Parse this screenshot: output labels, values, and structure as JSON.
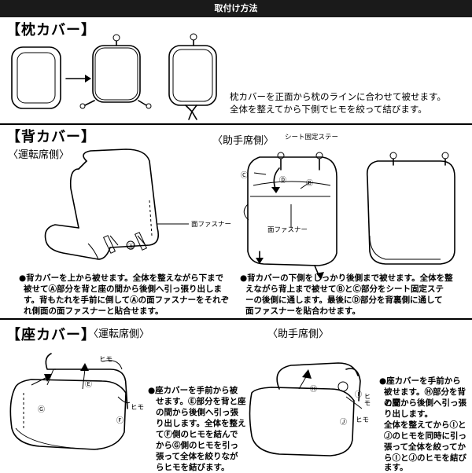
{
  "header": {
    "title": "取付け方法"
  },
  "pillow": {
    "heading": "【枕カバー】",
    "line1": "枕カバーを正面から枕のラインに合わせて被せます。",
    "line2": "全体を整えてから下側でヒモを絞って結びます。"
  },
  "back": {
    "heading": "【背カバー】",
    "driver_label": "〈運転席側〉",
    "passenger_label": "〈助手席側〉",
    "seat_stay_label": "シート固定ステー",
    "fastener_label_driver": "面ファスナー",
    "fastener_label_passenger": "面ファスナー",
    "letters": {
      "A": "Ⓐ",
      "B": "Ⓑ",
      "C": "Ⓒ",
      "D": "Ⓓ"
    },
    "driver_text": [
      "●背カバーを上から被せます。全体を整えながら下まで",
      "被せてⒶ部分を背と座の間から後側へ引っ張り出しま",
      "す。背もたれを手前に倒してⒶの面ファスナーをそれぞ",
      "れ側面の面ファスナーと貼合せます。"
    ],
    "passenger_text": [
      "●背カバーの下側をしっかり後側まで被せます。全体を整",
      "えながら背上まで被せてⒷとⒸ部分をシート固定ステ",
      "ーの後側に通します。最後にⒹ部分を背裏側に通して",
      "面ファスナーを貼合わせます。"
    ]
  },
  "seat": {
    "heading": "【座カバー】",
    "driver_label": "〈運転席側〉",
    "passenger_label": "〈助手席側〉",
    "himo1": "ヒモ",
    "himo2": "ヒモ",
    "himo3": "ヒモ",
    "himo4": "ヒモ",
    "letters": {
      "E": "Ⓔ",
      "F": "Ⓕ",
      "G": "Ⓖ",
      "H": "Ⓗ",
      "I": "Ⓘ",
      "J": "Ⓙ"
    },
    "driver_text": [
      "●座カバーを手前から被",
      "せます。Ⓔ部分を背と座",
      "の間から後側へ引っ張",
      "り出します。全体を整え",
      "てⒻ側のヒモを結んで",
      "からⒼ側のヒモを引っ",
      "張って全体を絞りなが",
      "らヒモを結びます。"
    ],
    "passenger_text": [
      "●座カバーを手前から",
      "被せます。Ⓗ部分を背と座",
      "の間から後側へ引っ張",
      "り出します。",
      "全体を整えてからⒾと",
      "Ⓙのヒモを同時に引っ",
      "張って全体を絞ってか",
      "らⒾとⒿのヒモを結び",
      "ます。"
    ]
  }
}
